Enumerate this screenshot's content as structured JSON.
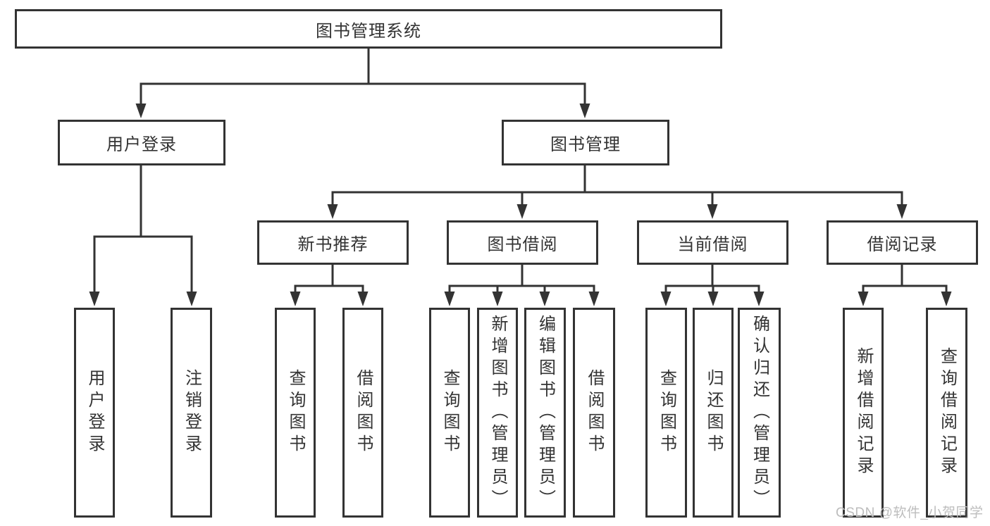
{
  "tree": {
    "root": "图书管理系统",
    "l2": {
      "login": "用户登录",
      "mgmt": "图书管理"
    },
    "l3": {
      "rec": "新书推荐",
      "borrow": "图书借阅",
      "current": "当前借阅",
      "records": "借阅记录"
    },
    "leaves": {
      "login": [
        "用户登录",
        "注销登录"
      ],
      "rec": [
        "查询图书",
        "借阅图书"
      ],
      "borrow": [
        "查询图书",
        "新增图书（管理员）",
        "编辑图书（管理员）",
        "借阅图书"
      ],
      "current": [
        "查询图书",
        "归还图书",
        "确认归还（管理员）"
      ],
      "records": [
        "新增借阅记录",
        "查询借阅记录"
      ]
    }
  },
  "watermark": {
    "text": "CSDN @软件_小贺同学"
  },
  "colors": {
    "line": "#333333",
    "text": "#333333",
    "node_fill": "#ffffff",
    "background": "#ffffff",
    "watermark": "#bdbdbd"
  }
}
